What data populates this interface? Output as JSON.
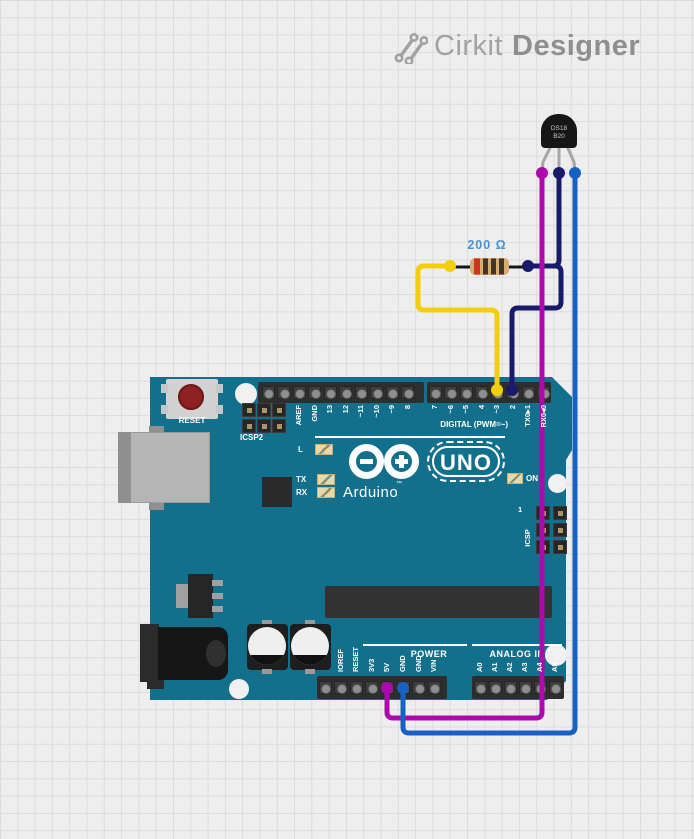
{
  "app": {
    "brand_cirkit": "Cirkit",
    "brand_designer": "Designer"
  },
  "colors": {
    "board": "#13708c",
    "logo_light": "#a2a2a2",
    "logo_dark": "#8f8f8f",
    "silk": "#ffffff"
  },
  "wires": {
    "yellow": {
      "color": "#f2ce0d"
    },
    "navy": {
      "color": "#1a1a6b"
    },
    "magenta": {
      "color": "#ad09ad"
    },
    "blue": {
      "color": "#1661c1"
    },
    "lead": {
      "color": "#151515"
    },
    "leg": {
      "color": "#a6a6a6"
    }
  },
  "components": {
    "sensor": {
      "label_line1": "DS18",
      "label_line2": "B20"
    },
    "resistor": {
      "value_label": "200 Ω",
      "label_color": "#4a94d0",
      "body_color": "#d9ad6f",
      "bands": [
        "#cc3322",
        "#433526",
        "#433526",
        "#433526"
      ]
    },
    "arduino": {
      "board_name": "UNO",
      "brand": "Arduino",
      "tm": "™",
      "reset_label": "RESET",
      "icsp2_label": "ICSP2",
      "icsp_label": "ICSP",
      "icsp_pin1": "1",
      "led_l": "L",
      "led_tx": "TX",
      "led_rx": "RX",
      "led_on": "ON",
      "digital_silk": "DIGITAL (PWM=~)",
      "power_silk": "POWER",
      "analog_silk": "ANALOG IN",
      "digital_left": [
        "AREF",
        "GND",
        "13",
        "12",
        "~11",
        "~10",
        "~9",
        "8"
      ],
      "digital_right": [
        "7",
        "~6",
        "~5",
        "4",
        "~3",
        "2",
        "TX0▸1",
        "RX0◂0"
      ],
      "power": [
        "IOREF",
        "RESET",
        "3V3",
        "5V",
        "GND",
        "GND",
        "VIN"
      ],
      "analog": [
        "A0",
        "A1",
        "A2",
        "A3",
        "A4",
        "A5"
      ]
    }
  }
}
